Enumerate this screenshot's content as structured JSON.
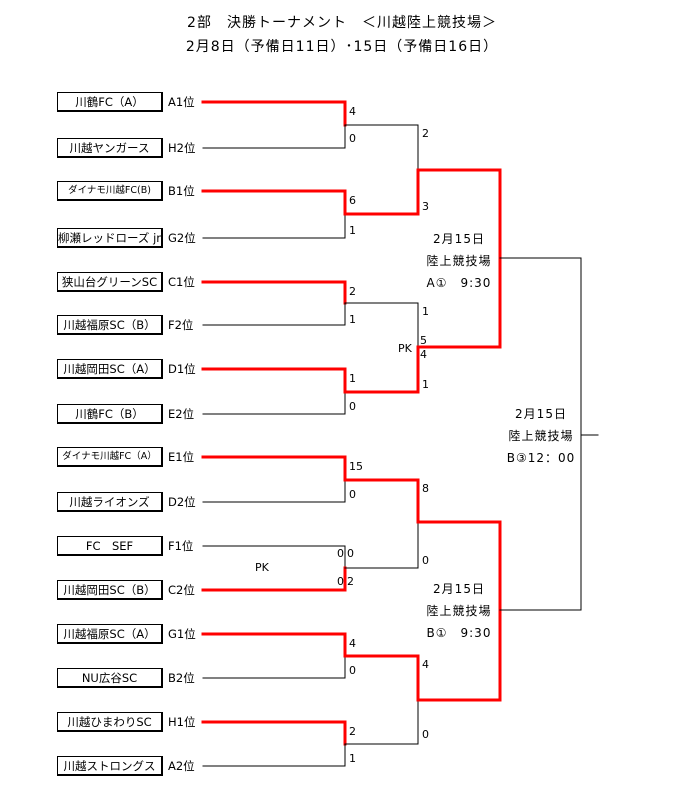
{
  "header": {
    "title": "2部　決勝トーナメント　＜川越陸上競技場＞",
    "dates": "2月8日（予備日11日）･15日（予備日16日）"
  },
  "teams": [
    {
      "name": "川鶴FC（A）",
      "seed": "A1位"
    },
    {
      "name": "川越ヤンガース",
      "seed": "H2位"
    },
    {
      "name": "ダイナモ川越FC(B)",
      "seed": "B1位"
    },
    {
      "name": "柳瀬レッドローズ jr",
      "seed": "G2位"
    },
    {
      "name": "狭山台グリーンSC",
      "seed": "C1位"
    },
    {
      "name": "川越福原SC（B）",
      "seed": "F2位"
    },
    {
      "name": "川越岡田SC（A）",
      "seed": "D1位"
    },
    {
      "name": "川鶴FC（B）",
      "seed": "E2位"
    },
    {
      "name": "ダイナモ川越FC（A）",
      "seed": "E1位"
    },
    {
      "name": "川越ライオンズ",
      "seed": "D2位"
    },
    {
      "name": "FC　SEF",
      "seed": "F1位"
    },
    {
      "name": "川越岡田SC（B）",
      "seed": "C2位"
    },
    {
      "name": "川越福原SC（A）",
      "seed": "G1位"
    },
    {
      "name": "NU広谷SC",
      "seed": "B2位"
    },
    {
      "name": "川越ひまわりSC",
      "seed": "H1位"
    },
    {
      "name": "川越ストロングス",
      "seed": "A2位"
    }
  ],
  "round1_scores": [
    "4",
    "0",
    "6",
    "1",
    "2",
    "1",
    "1",
    "0",
    "15",
    "0",
    "0",
    "2",
    "4",
    "0",
    "2",
    "1"
  ],
  "round1_pk_scores": [
    "0",
    "0"
  ],
  "round2_scores": [
    "2",
    "3",
    "1",
    "5",
    "4",
    "1",
    "8",
    "0",
    "4",
    "0"
  ],
  "pk_labels": [
    "PK",
    "PK"
  ],
  "venues": {
    "semi_top": {
      "date": "2月15日",
      "place": "陸上競技場",
      "time": "A①　9:30"
    },
    "final": {
      "date": "2月15日",
      "place": "陸上競技場",
      "time": "B③12：00"
    },
    "semi_bottom": {
      "date": "2月15日",
      "place": "陸上競技場",
      "time": "B①　9:30"
    }
  },
  "colors": {
    "winner_line": "#ff0000",
    "line": "#000000"
  }
}
